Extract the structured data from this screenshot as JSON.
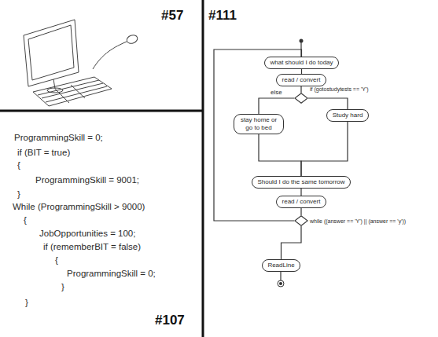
{
  "diagram": {
    "nodes": [
      {
        "text": [
          "what should I do today"
        ]
      },
      {
        "text": [
          "read / convert"
        ]
      },
      {
        "text": [
          "if (gotostudytests == 'Y')"
        ]
      },
      {
        "text": [
          "stay home or go to bed"
        ]
      },
      {
        "text": [
          "Study hard"
        ]
      },
      {
        "text": [
          "Should I do the same tomorrow"
        ]
      },
      {
        "text": [
          "read / convert"
        ]
      },
      {
        "text": [
          "while ((answer == 'Y') || (answer == 'y'))"
        ]
      },
      {
        "text": [
          "ReadLine"
        ]
      }
    ],
    "edges": [
      {
        "from": 0,
        "to": 1,
        "arrow": "none"
      },
      {
        "from": 1,
        "to": 2,
        "arrow": "none"
      },
      {
        "from": 2,
        "to": 3,
        "label": "else",
        "arrow": "none"
      },
      {
        "from": 2,
        "to": 4,
        "arrow": "none"
      },
      {
        "from": 3,
        "to": 5,
        "arrow": "none"
      },
      {
        "from": 4,
        "to": 5,
        "arrow": "none"
      },
      {
        "from": 5,
        "to": 6,
        "arrow": "none"
      },
      {
        "from": 6,
        "to": 7,
        "arrow": "none"
      },
      {
        "from": 7,
        "to": 8,
        "arrow": "none"
      },
      {
        "from": 7,
        "to": 0,
        "arrow": "none"
      }
    ],
    "labels": [
      "#57",
      "#111",
      "ProgrammingSkill = 0;",
      "if (BIT = true)",
      "{",
      "ProgrammingSkill = 9001;",
      "}",
      "While (ProgrammingSkill > 9000)",
      "{",
      "JobOpportunities = 100;",
      "if (rememberBIT = false)",
      "{",
      "ProgrammingSkill = 0;",
      "}",
      "}",
      "#107"
    ]
  }
}
